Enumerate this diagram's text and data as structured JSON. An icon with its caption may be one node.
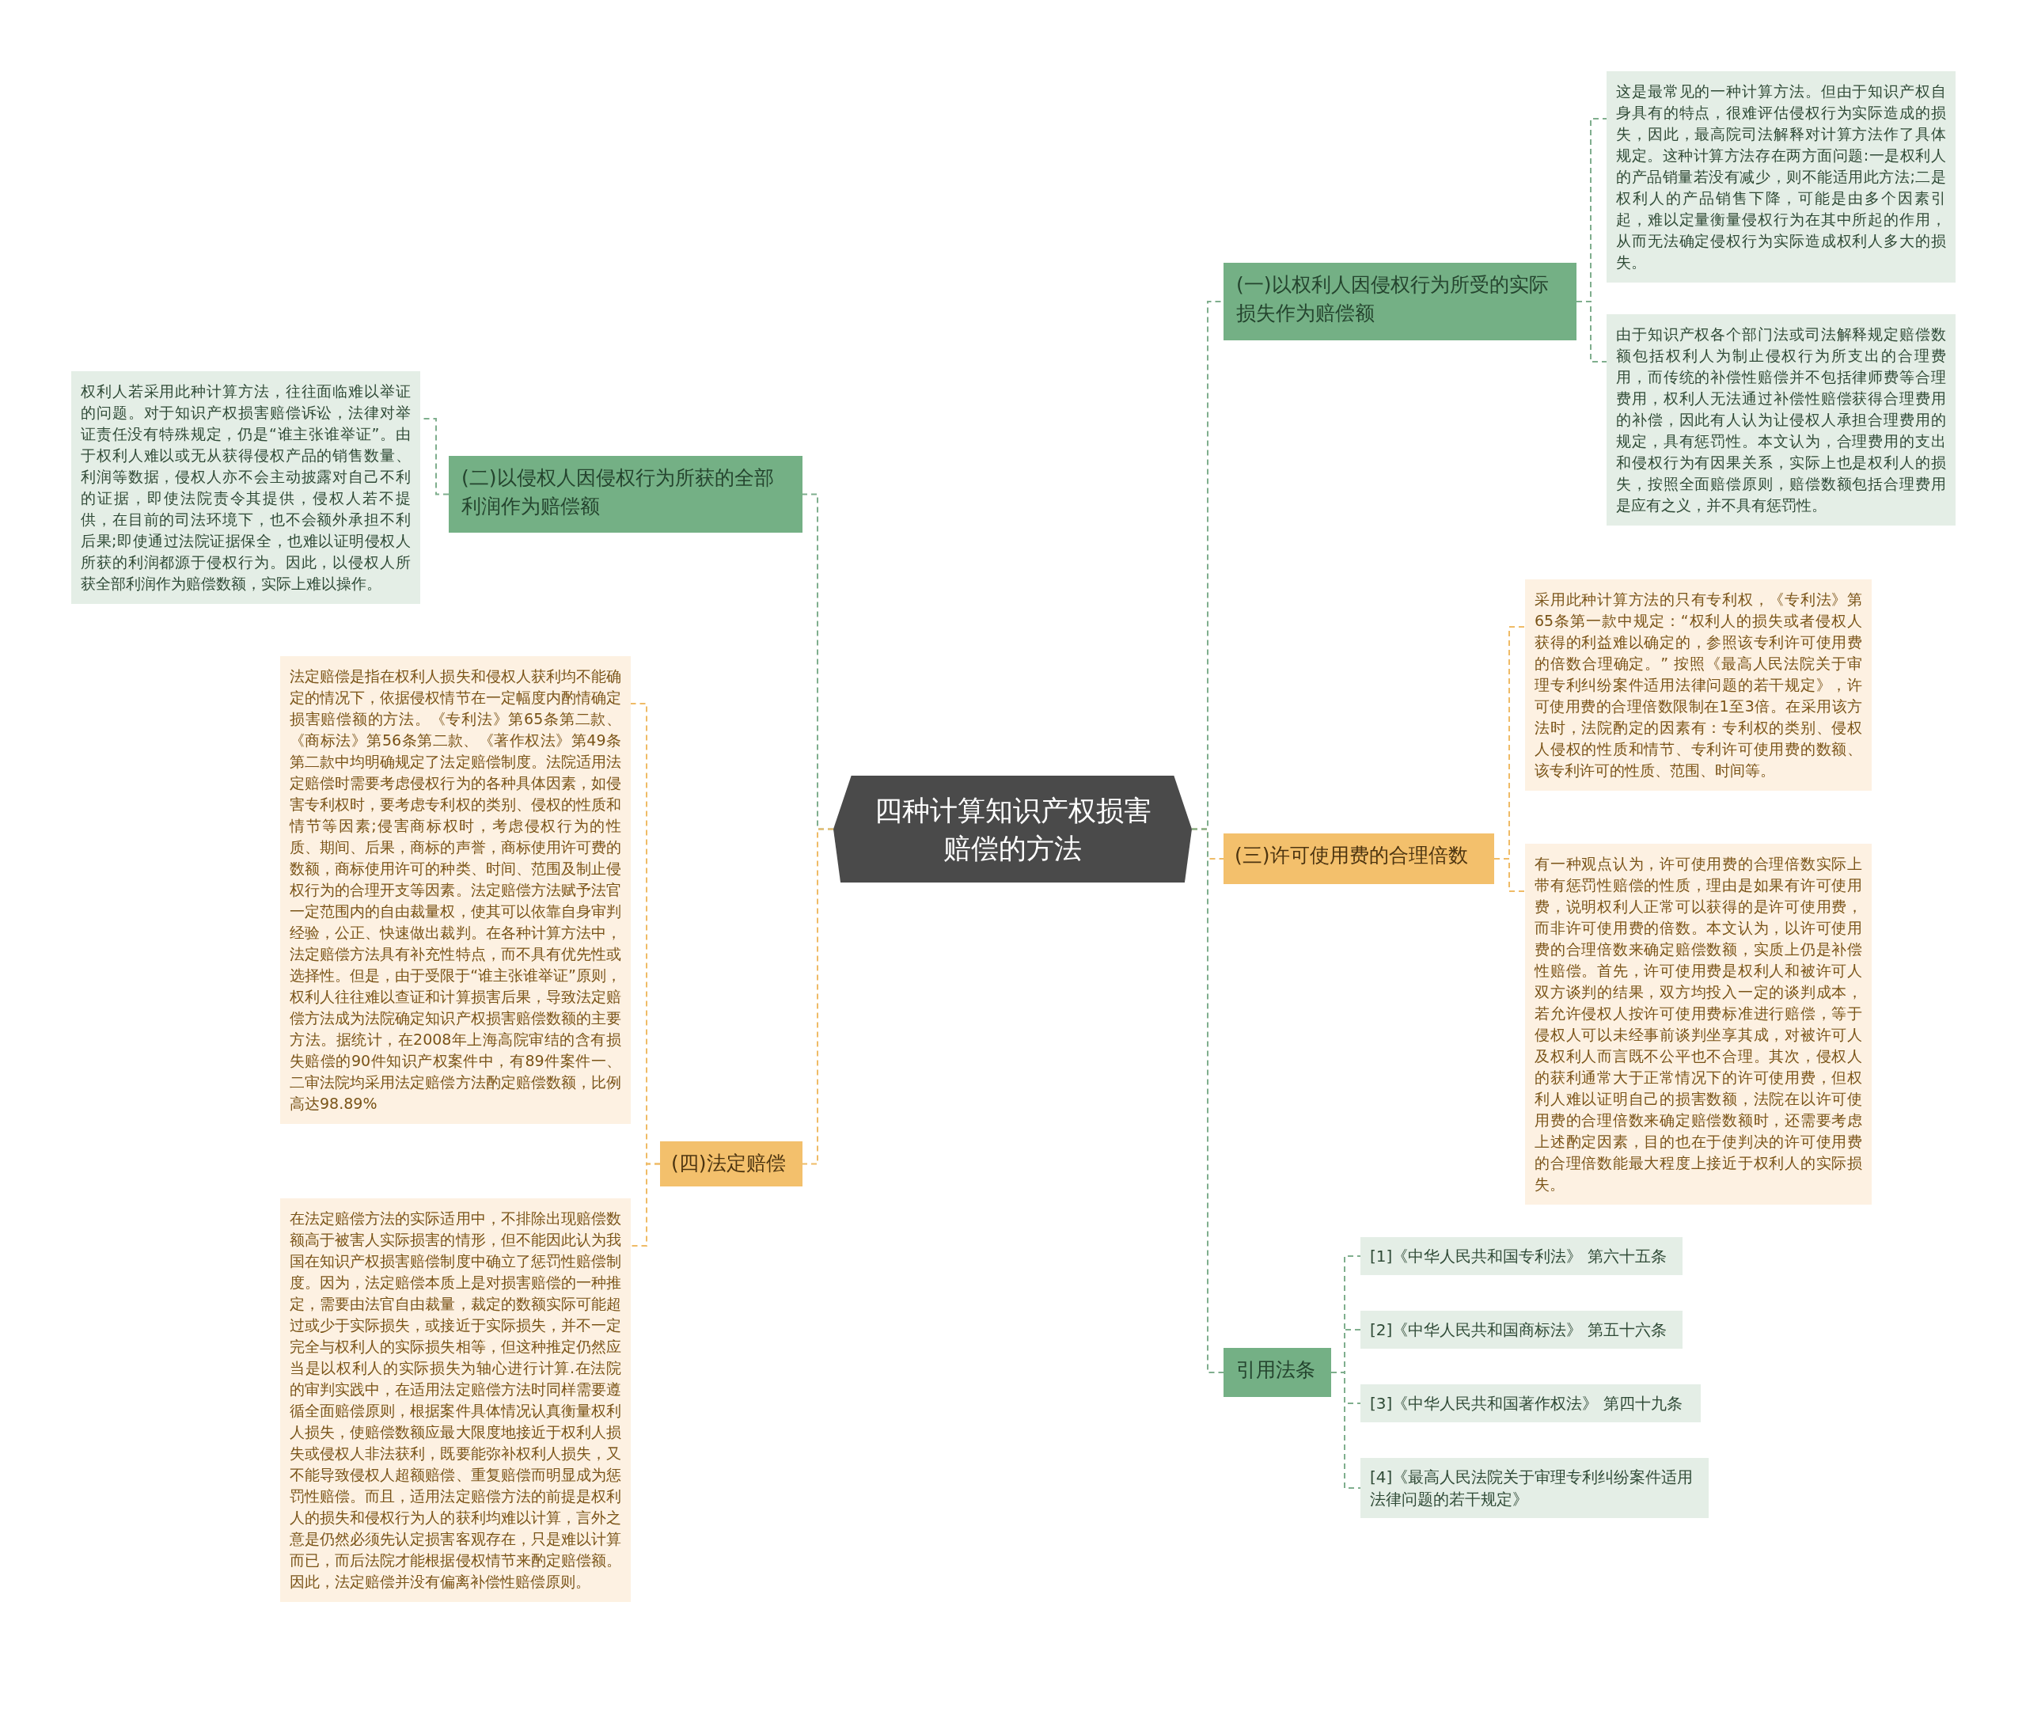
{
  "diagram": {
    "nodes": [
      {
        "text": [
          "四种计算知识产权损害赔偿的方法"
        ]
      },
      {
        "text": [
          "(一)以权利人因侵权行为所受的实际损失作为赔偿额"
        ]
      },
      {
        "text": [
          "这是最常见的一种计算方法。但由于知识产权自身具有的特点，很难评估侵权行为实际造成的损失，因此，最高院司法解释对计算方法作了具体规定。这种计算方法存在两方面问题:一是权利人的产品销量若没有减少，则不能适用此方法;二是权利人的产品销售下降，可能是由多个因素引起，难以定量衡量侵权行为在其中所起的作用，从而无法确定侵权行为实际造成权利人多大的损失。"
        ]
      },
      {
        "text": [
          "由于知识产权各个部门法或司法解释规定赔偿数额包括权利人为制止侵权行为所支出的合理费用，而传统的补偿性赔偿并不包括律师费等合理费用，权利人无法通过补偿性赔偿获得合理费用的补偿，因此有人认为让侵权人承担合理费用的规定，具有惩罚性。本文认为，合理费用的支出和侵权行为有因果关系，实际上也是权利人的损失，按照全面赔偿原则，赔偿数额包括合理费用是应有之义，并不具有惩罚性。"
        ]
      },
      {
        "text": [
          "(二)以侵权人因侵权行为所获的全部利润作为赔偿额"
        ]
      },
      {
        "text": [
          "权利人若采用此种计算方法，往往面临难以举证的问题。对于知识产权损害赔偿诉讼，法律对举证责任没有特殊规定，仍是“谁主张谁举证”。由于权利人难以或无从获得侵权产品的销售数量、利润等数据，侵权人亦不会主动披露对自己不利的证据，即使法院责令其提供，侵权人若不提供，在目前的司法环境下，也不会额外承担不利后果;即使通过法院证据保全，也难以证明侵权人所获的利润都源于侵权行为。因此，以侵权人所获全部利润作为赔偿数额，实际上难以操作。"
        ]
      },
      {
        "text": [
          "(三)许可使用费的合理倍数"
        ]
      },
      {
        "text": [
          "采用此种计算方法的只有专利权，《专利法》第65条第一款中规定：“权利人的损失或者侵权人获得的利益难以确定的，参照该专利许可使用费的倍数合理确定。” 按照《最高人民法院关于审理专利纠纷案件适用法律问题的若干规定》，许可使用费的合理倍数限制在1至3倍。在采用该方法时，法院酌定的因素有：专利权的类别、侵权人侵权的性质和情节、专利许可使用费的数额、该专利许可的性质、范围、时间等。"
        ]
      },
      {
        "text": [
          "有一种观点认为，许可使用费的合理倍数实际上带有惩罚性赔偿的性质，理由是如果有许可使用费，说明权利人正常可以获得的是许可使用费，而非许可使用费的倍数。本文认为，以许可使用费的合理倍数来确定赔偿数额，实质上仍是补偿性赔偿。首先，许可使用费是权利人和被许可人双方谈判的结果，双方均投入一定的谈判成本，若允许侵权人按许可使用费标准进行赔偿，等于侵权人可以未经事前谈判坐享其成，对被许可人及权利人而言既不公平也不合理。其次，侵权人的获利通常大于正常情况下的许可使用费，但权利人难以证明自己的损害数额，法院在以许可使用费的合理倍数来确定赔偿数额时，还需要考虑上述酌定因素，目的也在于使判决的许可使用费的合理倍数能最大程度上接近于权利人的实际损失。"
        ]
      },
      {
        "text": [
          "(四)法定赔偿"
        ]
      },
      {
        "text": [
          "法定赔偿是指在权利人损失和侵权人获利均不能确定的情况下，依据侵权情节在一定幅度内酌情确定损害赔偿额的方法。《专利法》第65条第二款、《商标法》第56条第二款、《著作权法》第49条第二款中均明确规定了法定赔偿制度。法院适用法定赔偿时需要考虑侵权行为的各种具体因素，如侵害专利权时，要考虑专利权的类别、侵权的性质和情节等因素;侵害商标权时，考虑侵权行为的性质、期间、后果，商标的声誉，商标使用许可费的数额，商标使用许可的种类、时间、范围及制止侵权行为的合理开支等因素。法定赔偿方法赋予法官一定范围内的自由裁量权，使其可以依靠自身审判经验，公正、快速做出裁判。在各种计算方法中，法定赔偿方法具有补充性特点，而不具有优先性或选择性。但是，由于受限于“谁主张谁举证”原则，权利人往往难以查证和计算损害后果，导致法定赔偿方法成为法院确定知识产权损害赔偿数额的主要方法。据统计，在2008年上海高院审结的含有损失赔偿的90件知识产权案件中，有89件案件一、二审法院均采用法定赔偿方法酌定赔偿数额，比例高达98.89%"
        ]
      },
      {
        "text": [
          "在法定赔偿方法的实际适用中，不排除出现赔偿数额高于被害人实际损害的情形，但不能因此认为我国在知识产权损害赔偿制度中确立了惩罚性赔偿制度。因为，法定赔偿本质上是对损害赔偿的一种推定，需要由法官自由裁量，裁定的数额实际可能超过或少于实际损失，或接近于实际损失，并不一定完全与权利人的实际损失相等，但这种推定仍然应当是以权利人的实际损失为轴心进行计算.在法院的审判实践中，在适用法定赔偿方法时同样需要遵循全面赔偿原则，根据案件具体情况认真衡量权利人损失，使赔偿数额应最大限度地接近于权利人损失或侵权人非法获利，既要能弥补权利人损失，又不能导致侵权人超额赔偿、重复赔偿而明显成为惩罚性赔偿。而且，适用法定赔偿方法的前提是权利人的损失和侵权行为人的获利均难以计算，言外之意是仍然必须先认定损害客观存在，只是难以计算而已，而后法院才能根据侵权情节来酌定赔偿额。因此，法定赔偿并没有偏离补偿性赔偿原则。"
        ]
      },
      {
        "text": [
          "引用法条"
        ]
      },
      {
        "text": [
          "[1]《中华人民共和国专利法》 第六十五条"
        ]
      },
      {
        "text": [
          "[2]《中华人民共和国商标法》 第五十六条"
        ]
      },
      {
        "text": [
          "[3]《中华人民共和国著作权法》 第四十九条"
        ]
      },
      {
        "text": [
          "[4]《最高人民法院关于审理专利纠纷案件适用法律问题的若干规定》"
        ]
      }
    ],
    "edges": [
      {
        "from": 0,
        "to": 1,
        "arrow": "none",
        "style": "dashed",
        "color": "#7fae8d"
      },
      {
        "from": 1,
        "to": 2,
        "arrow": "none",
        "style": "dashed",
        "color": "#7fae8d"
      },
      {
        "from": 1,
        "to": 3,
        "arrow": "none",
        "style": "dashed",
        "color": "#7fae8d"
      },
      {
        "from": 0,
        "to": 4,
        "arrow": "none",
        "style": "dashed",
        "color": "#7fae8d"
      },
      {
        "from": 4,
        "to": 5,
        "arrow": "none",
        "style": "dashed",
        "color": "#7fae8d"
      },
      {
        "from": 0,
        "to": 6,
        "arrow": "none",
        "style": "dashed",
        "color": "#efbb66"
      },
      {
        "from": 6,
        "to": 7,
        "arrow": "none",
        "style": "dashed",
        "color": "#efbb66"
      },
      {
        "from": 6,
        "to": 8,
        "arrow": "none",
        "style": "dashed",
        "color": "#efbb66"
      },
      {
        "from": 0,
        "to": 9,
        "arrow": "none",
        "style": "dashed",
        "color": "#efbb66"
      },
      {
        "from": 9,
        "to": 10,
        "arrow": "none",
        "style": "dashed",
        "color": "#efbb66"
      },
      {
        "from": 9,
        "to": 11,
        "arrow": "none",
        "style": "dashed",
        "color": "#efbb66"
      },
      {
        "from": 0,
        "to": 12,
        "arrow": "none",
        "style": "dashed",
        "color": "#7fae8d"
      },
      {
        "from": 12,
        "to": 13,
        "arrow": "none",
        "style": "dashed",
        "color": "#7fae8d"
      },
      {
        "from": 12,
        "to": 14,
        "arrow": "none",
        "style": "dashed",
        "color": "#7fae8d"
      },
      {
        "from": 12,
        "to": 15,
        "arrow": "none",
        "style": "dashed",
        "color": "#7fae8d"
      },
      {
        "from": 12,
        "to": 16,
        "arrow": "none",
        "style": "dashed",
        "color": "#7fae8d"
      }
    ]
  }
}
